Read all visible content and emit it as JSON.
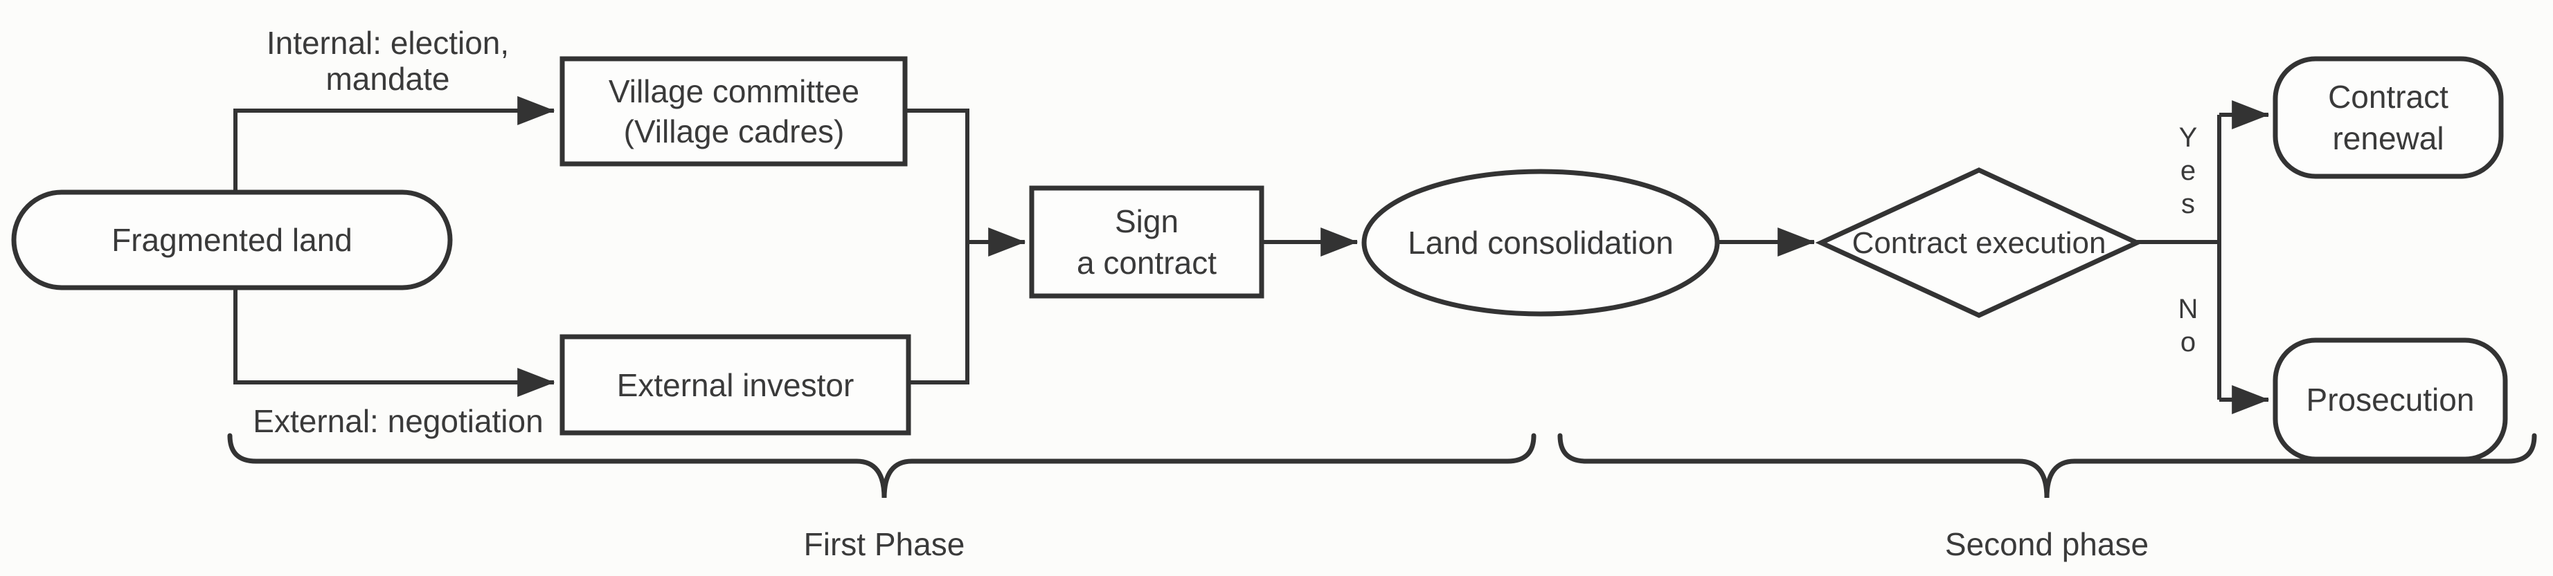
{
  "diagram": {
    "background_color": "#fcfcfa",
    "line_color": "#333333",
    "text_color": "#3a3a3a",
    "nodes": {
      "fragmented_land": {
        "label": "Fragmented land"
      },
      "village_committee": {
        "line1": "Village committee",
        "line2": "(Village cadres)"
      },
      "external_investor": {
        "label": "External investor"
      },
      "sign_contract": {
        "line1": "Sign",
        "line2": "a contract"
      },
      "land_consolidation": {
        "label": "Land consolidation"
      },
      "contract_execution": {
        "label": "Contract execution"
      },
      "contract_renewal": {
        "line1": "Contract",
        "line2": "renewal"
      },
      "prosecution": {
        "label": "Prosecution"
      }
    },
    "edge_labels": {
      "internal": {
        "line1": "Internal: election,",
        "line2": "mandate"
      },
      "external": "External: negotiation",
      "yes": "Yes",
      "no": "No"
    },
    "phases": {
      "first": "First Phase",
      "second": "Second phase"
    }
  }
}
